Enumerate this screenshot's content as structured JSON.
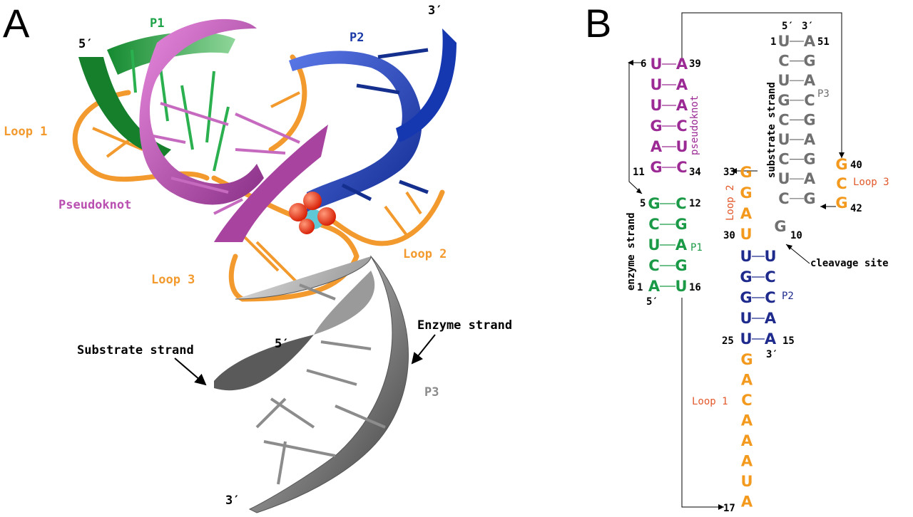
{
  "panel_a": {
    "letter": "A",
    "labels": {
      "p1": "P1",
      "p2": "P2",
      "p3": "P3",
      "five_prime_top": "5′",
      "three_prime_top": "3′",
      "five_prime_mid": "5′",
      "three_prime_bottom": "3′",
      "loop1": "Loop 1",
      "loop2": "Loop 2",
      "loop3": "Loop 3",
      "pseudoknot": "Pseudoknot",
      "substrate_strand": "Substrate strand",
      "enzyme_strand": "Enzyme strand"
    },
    "colors": {
      "p1": "#1fa34a",
      "p2": "#1c3aa8",
      "p3": "#8a8a8a",
      "pseudoknot": "#b94fb0",
      "loops": "#f39a2e"
    }
  },
  "panel_b": {
    "letter": "B",
    "labels": {
      "enzyme_strand": "enzyme strand",
      "substrate_strand": "substrate strand",
      "pseudoknot": "pseudoknot",
      "loop1": "Loop 1",
      "loop2": "Loop 2",
      "loop3": "Loop 3",
      "p1": "P1",
      "p2": "P2",
      "p3": "P3",
      "cleavage_site": "cleavage site",
      "five_prime_top": "5′",
      "three_prime_top": "3′",
      "five_prime_enzyme": "5′",
      "three_prime_p2": "3′"
    },
    "numbers": {
      "n1_sub": "1",
      "n51": "51",
      "n6": "6",
      "n39": "39",
      "n11": "11",
      "n34": "34",
      "n33": "33",
      "n5": "5",
      "n12": "12",
      "n40": "40",
      "n42": "42",
      "n30": "30",
      "n10": "10",
      "n1_enz": "1",
      "n16": "16",
      "n25": "25",
      "n15": "15",
      "n17": "17"
    },
    "p3_left": [
      "U",
      "C",
      "U",
      "G",
      "C",
      "U",
      "C",
      "U",
      "C"
    ],
    "p3_right": [
      "A",
      "G",
      "A",
      "C",
      "G",
      "A",
      "G",
      "A",
      "G"
    ],
    "pk_left": [
      "U",
      "U",
      "U",
      "G",
      "A",
      "G"
    ],
    "pk_right": [
      "A",
      "A",
      "A",
      "C",
      "U",
      "C"
    ],
    "p1_left": [
      "G",
      "C",
      "U",
      "C",
      "A"
    ],
    "p1_right": [
      "C",
      "G",
      "A",
      "G",
      "U"
    ],
    "loop2": [
      "G",
      "G",
      "A",
      "U"
    ],
    "loop3": [
      "G",
      "C",
      "G"
    ],
    "g10": "G",
    "p2_left": [
      "U",
      "G",
      "G",
      "U",
      "U"
    ],
    "p2_right": [
      "U",
      "C",
      "C",
      "A",
      "A"
    ],
    "loop1": [
      "G",
      "A",
      "C",
      "A",
      "A",
      "A",
      "U",
      "A"
    ],
    "colors": {
      "p3": "#707070",
      "pseudoknot": "#9b2a95",
      "p1": "#1a9a46",
      "p2": "#1e2a8c",
      "loops": "#f39a1e",
      "loop_label": "#e2582a"
    }
  }
}
